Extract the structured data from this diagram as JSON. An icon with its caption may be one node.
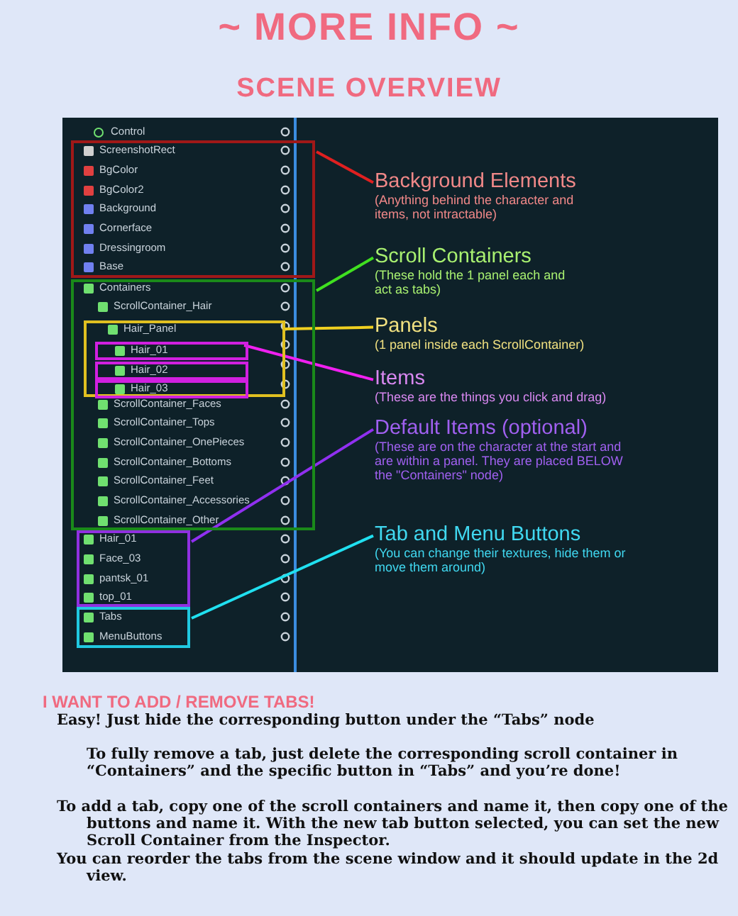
{
  "diagram": {
    "title": "~ MORE INFO ~",
    "nodes": [
      {
        "text": [
          "ScreenshotRect",
          "BgColor",
          "BgColor2",
          "Background",
          "Cornerface",
          "Dressingroom",
          "Base"
        ]
      },
      {
        "text": [
          "Containers",
          "ScrollContainer_Hair",
          "ScrollContainer_Faces",
          "ScrollContainer_Tops",
          "ScrollContainer_OnePieces",
          "ScrollContainer_Bottoms",
          "ScrollContainer_Feet",
          "ScrollContainer_Accessories",
          "ScrollContainer_Other"
        ]
      },
      {
        "text": [
          "Hair_Panel"
        ],
        "in": 1
      },
      {
        "text": [
          "Hair_01"
        ],
        "in": 2
      },
      {
        "text": [
          "Hair_02"
        ],
        "in": 2
      },
      {
        "text": [
          "Hair_03"
        ],
        "in": 2
      },
      {
        "text": [
          "Hair_01",
          "Face_03",
          "pantsk_01",
          "top_01"
        ]
      },
      {
        "text": [
          "Tabs",
          "MenuButtons"
        ]
      },
      {
        "text": [
          "Background Elements",
          "(Anything behind the character and items, not intractable)"
        ]
      },
      {
        "text": [
          "Scroll Containers",
          "(These hold the 1 panel each and act as tabs)"
        ]
      },
      {
        "text": [
          "Panels",
          "(1 panel inside each ScrollContainer)"
        ]
      },
      {
        "text": [
          "Items",
          "(These are the things you click and drag)"
        ]
      },
      {
        "text": [
          "Default Items (optional)",
          "(These are on the character at the start and are within a panel. They are placed BELOW the \"Containers\" node)"
        ]
      },
      {
        "text": [
          "Tab and Menu Buttons",
          "(You can change their textures, hide them or move them around)"
        ]
      }
    ],
    "edges": [
      {
        "from": 8,
        "to": 0,
        "arrow": "none",
        "color": "#e02020"
      },
      {
        "from": 9,
        "to": 1,
        "arrow": "none",
        "color": "#40e020"
      },
      {
        "from": 10,
        "to": 2,
        "arrow": "none",
        "color": "#f0d020"
      },
      {
        "from": 11,
        "to": 3,
        "arrow": "none",
        "color": "#f020f0"
      },
      {
        "from": 12,
        "to": 6,
        "arrow": "none",
        "color": "#9030f0"
      },
      {
        "from": 13,
        "to": 7,
        "arrow": "none",
        "color": "#20e0f0"
      }
    ],
    "labels": [
      "SCENE OVERVIEW",
      "Control",
      "I WANT TO ADD / REMOVE TABS!",
      "Easy! Just hide the corresponding button under the “Tabs” node",
      "To fully remove a tab, just delete the corresponding scroll container in “Containers” and the specific button in “Tabs” and you’re done!",
      "To add a tab, copy one of the scroll containers and name it, then copy one of the buttons and name it. With the new tab button selected, you can set the new Scroll Container from the Inspector.",
      "You can reorder the tabs from the scene window and it should update in the 2d view."
    ]
  }
}
